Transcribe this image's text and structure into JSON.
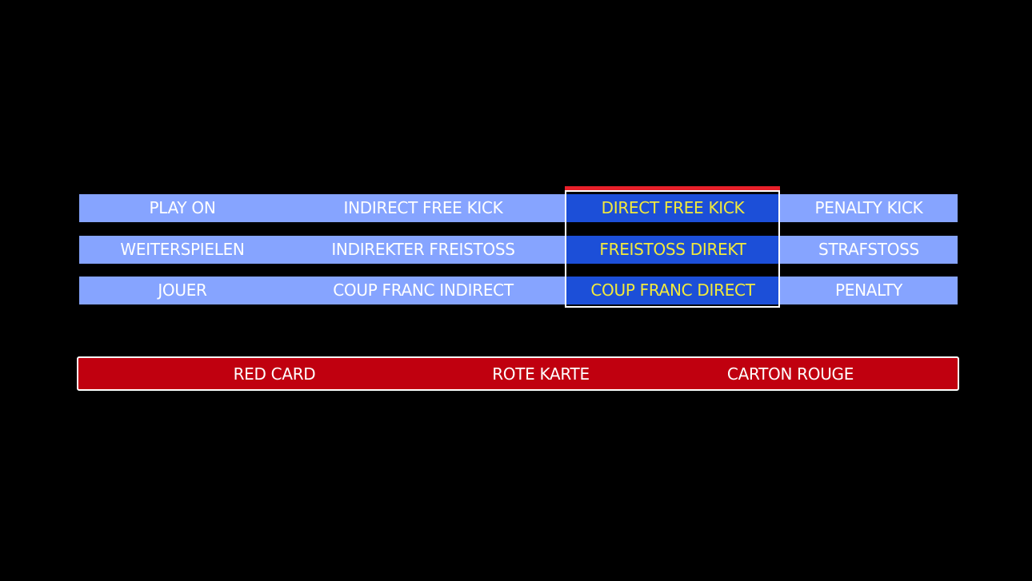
{
  "colors": {
    "background": "#000000",
    "row_bg": "#86a4ff",
    "highlight_bg": "#1c4fd8",
    "highlight_text": "#f2ea3c",
    "highlight_top_bar": "#e8202a",
    "card_bg": "#c0000f",
    "text": "#ffffff"
  },
  "rows": [
    {
      "lang": "en",
      "cells": [
        "PLAY ON",
        "INDIRECT FREE KICK",
        "DIRECT FREE KICK",
        "PENALTY KICK"
      ]
    },
    {
      "lang": "de",
      "cells": [
        "WEITERSPIELEN",
        "INDIREKTER FREISTOSS",
        "FREISTOSS DIREKT",
        "STRAFSTOSS"
      ]
    },
    {
      "lang": "fr",
      "cells": [
        "JOUER",
        "COUP FRANC INDIRECT",
        "COUP FRANC DIRECT",
        "PENALTY"
      ]
    }
  ],
  "highlighted_column": 2,
  "red_card": {
    "labels": [
      "RED CARD",
      "ROTE KARTE",
      "CARTON ROUGE"
    ]
  }
}
